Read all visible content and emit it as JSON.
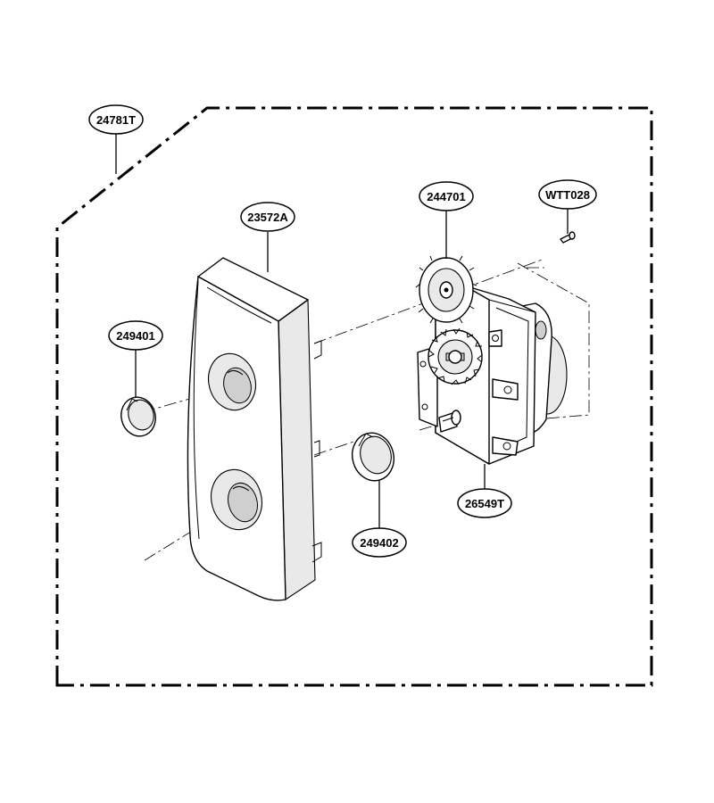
{
  "callouts": {
    "assembly": "24781T",
    "panel": "23572A",
    "gear": "244701",
    "screw": "WTT028",
    "knob_upper": "249401",
    "knob_lower": "249402",
    "timer": "26549T"
  }
}
